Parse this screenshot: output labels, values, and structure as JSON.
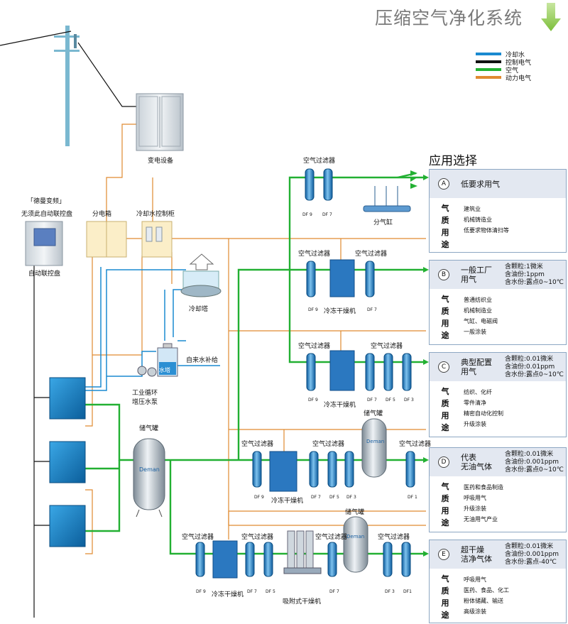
{
  "title": "压缩空气净化系统",
  "legend": [
    {
      "label": "冷却水",
      "color": "#1a8ad0"
    },
    {
      "label": "控制电气",
      "color": "#111111"
    },
    {
      "label": "空气",
      "color": "#22b032"
    },
    {
      "label": "动力电气",
      "color": "#e08a30"
    }
  ],
  "labels": {
    "substation": "变电设备",
    "deman_vfd": "「德曼变频」",
    "no_control": "无须此自动联控盘",
    "auto_panel": "自动联控盘",
    "dist_box": "分电箱",
    "cooling_cab": "冷却水控制柜",
    "cooling_tower": "冷却塔",
    "tap_water": "自来水补给",
    "pump": "工业循环\n增压水泵",
    "water_tank": "水塔",
    "tank_label": "储气罐",
    "brand": "Deman",
    "air_filter": "空气过滤器",
    "refrig_dryer": "冷冻干燥机",
    "desiccant_dryer": "吸附式干燥机",
    "manifold": "分气缸"
  },
  "df": {
    "df9": "DF 9",
    "df7": "DF 7",
    "df5": "DF 5",
    "df3": "DF 3",
    "df1": "DF 1",
    "df1b": "DF1"
  },
  "app_title": "应用选择",
  "cards": [
    {
      "letter": "A",
      "name": "低要求用气",
      "specs": [],
      "vert": [
        "气",
        "质",
        "用",
        "途"
      ],
      "uses": [
        "建筑业",
        "机械铸造业",
        "低要求物体清扫等"
      ]
    },
    {
      "letter": "B",
      "name": "一般工厂\n用气",
      "specs": [
        "含颗粒:1微米",
        "含油份:1ppm",
        "含水份:露点0~10℃"
      ],
      "vert": [
        "气",
        "质",
        "用",
        "途"
      ],
      "uses": [
        "普通纺织业",
        "机械制造业",
        "气缸、电磁阀",
        "一般涂装"
      ]
    },
    {
      "letter": "C",
      "name": "典型配置\n用气",
      "specs": [
        "含颗粒:0.01微米",
        "含油份:0.01ppm",
        "含水份:露点0~10℃"
      ],
      "vert": [
        "气",
        "质",
        "用",
        "途"
      ],
      "uses": [
        "纺织、化纤",
        "零件清净",
        "精密自动化控制",
        "升级涂装"
      ]
    },
    {
      "letter": "D",
      "name": "代表\n无油气体",
      "specs": [
        "含颗粒:0.01微米",
        "含油份:0.001ppm",
        "含水份:露点0~10℃"
      ],
      "vert": [
        "气",
        "质",
        "用",
        "途"
      ],
      "uses": [
        "医药和食品制造",
        "呼吸用气",
        "升级涂装",
        "无油用气产业"
      ]
    },
    {
      "letter": "E",
      "name": "超干燥\n洁净气体",
      "specs": [
        "含颗粒:0.01微米",
        "含油份:0.001ppm",
        "含水份:露点-40℃"
      ],
      "vert": [
        "气",
        "质",
        "用",
        "途"
      ],
      "uses": [
        "呼吸用气",
        "医药、食品、化工",
        "粉体储藏、输送",
        "高级涂装"
      ]
    }
  ]
}
